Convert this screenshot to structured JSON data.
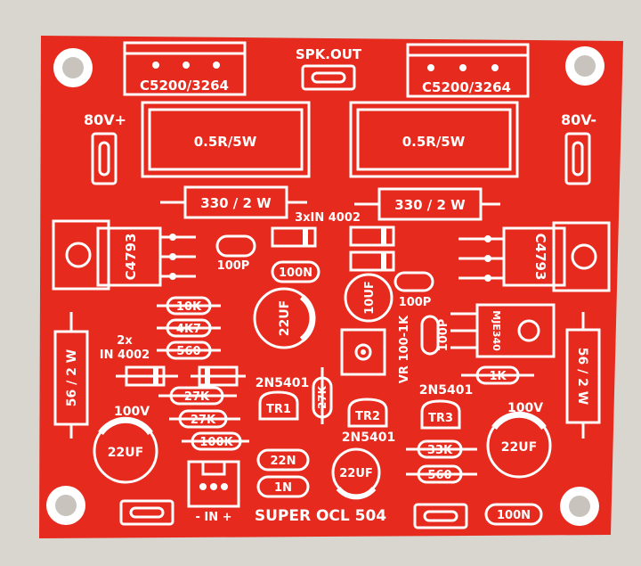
{
  "board": {
    "name": "SUPER OCL 504",
    "colors": {
      "board": "#e62a1e",
      "silkscreen": "#ffffff",
      "background": "#d9d6d0"
    }
  },
  "labels": {
    "spk_out": "SPK.OUT",
    "c5200_left": "C5200/3264",
    "c5200_right": "C5200/3264",
    "plus80": "80V+",
    "minus80": "80V-",
    "res05_left": "0.5R/5W",
    "res05_right": "0.5R/5W",
    "r330_left": "330 / 2 W",
    "r330_right": "330 / 2 W",
    "diodes_top": "3xIN 4002",
    "c4793_left": "C4793",
    "c4793_right": "C4793",
    "p100_left": "100P",
    "n100_mid": "100N",
    "uf10": "10UF",
    "p100_right": "100P",
    "uf22_center": "22UF",
    "r10k": "10K",
    "r4k7": "4K7",
    "r560_left": "560",
    "diodes_2x_a": "2x",
    "diodes_2x_b": "IN 4002",
    "r56_left": "56 / 2 W",
    "r56_right": "56 / 2 W",
    "vr": "VR 100-1K",
    "p100_vert": "100P",
    "mje": "MJE340",
    "r1k": "1K",
    "tr_2n5401_left": "2N5401",
    "tr_2n5401_right": "2N5401",
    "tr_2n5401_mid": "2N5401",
    "r27k_a": "27K",
    "r27k_b": "27K",
    "r27k_vert": "27K",
    "r100k": "100K",
    "tr1": "TR1",
    "tr2": "TR2",
    "tr3": "TR3",
    "v100_left": "100V",
    "v100_right": "100V",
    "uf22_left": "22UF",
    "uf22_right": "22UF",
    "uf22_small": "22UF",
    "r33k": "33K",
    "r560_right": "560",
    "n22": "22N",
    "n1": "1N",
    "in_label": "- IN +",
    "n100_bottom": "100N"
  }
}
